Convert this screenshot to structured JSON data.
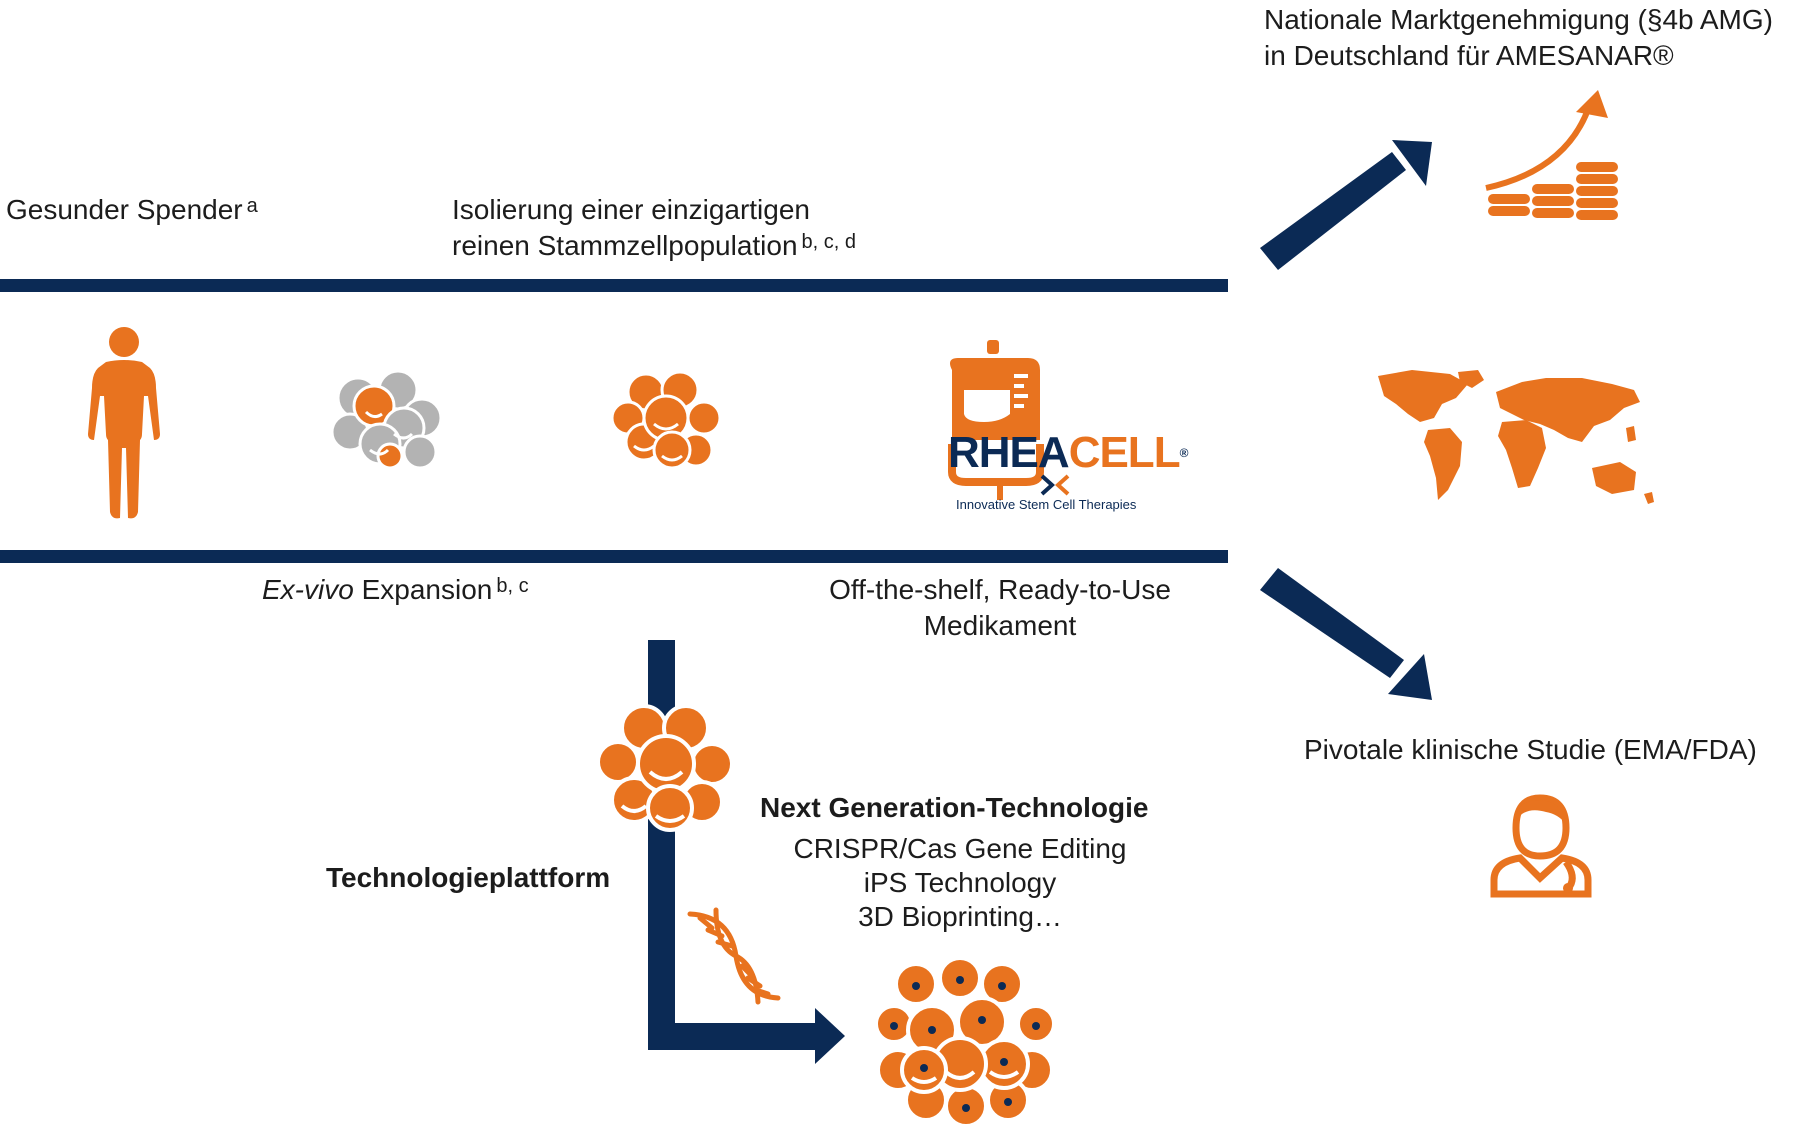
{
  "colors": {
    "navy": "#0b2a55",
    "orange": "#e8731f",
    "grey": "#b3b3b3"
  },
  "labels": {
    "donor": "Gesunder Spender",
    "donor_sup": "a",
    "isolation_line1": "Isolierung einer einzigartigen",
    "isolation_line2": "reinen Stammzellpopulation",
    "isolation_sup": "b, c, d",
    "expansion_italic": "Ex-vivo",
    "expansion_text": "Expansion",
    "expansion_sup": "b, c",
    "shelf_line1": "Off-the-shelf, Ready-to-Use",
    "shelf_line2": "Medikament",
    "market_line1": "Nationale Marktgenehmigung (§4b AMG)",
    "market_line2": "in Deutschland für AMESANAR®",
    "pivotal": "Pivotale klinische Studie (EMA/FDA)",
    "platform": "Technologieplattform",
    "nextgen_title": "Next Generation-Technologie",
    "nextgen_items": [
      "CRISPR/Cas Gene Editing",
      "iPS Technology",
      "3D Bioprinting…"
    ]
  },
  "logo": {
    "brand_left": "RHEA",
    "brand_right": "CELL",
    "registered": "®",
    "tagline": "Innovative Stem Cell Therapies"
  },
  "icons": [
    "human-body-icon",
    "mixed-cell-cluster-icon",
    "stem-cell-cluster-icon",
    "infusion-bag-icon",
    "coins-growth-icon",
    "world-map-icon",
    "doctor-stethoscope-icon",
    "dna-icon",
    "modified-cell-cluster-icon"
  ]
}
